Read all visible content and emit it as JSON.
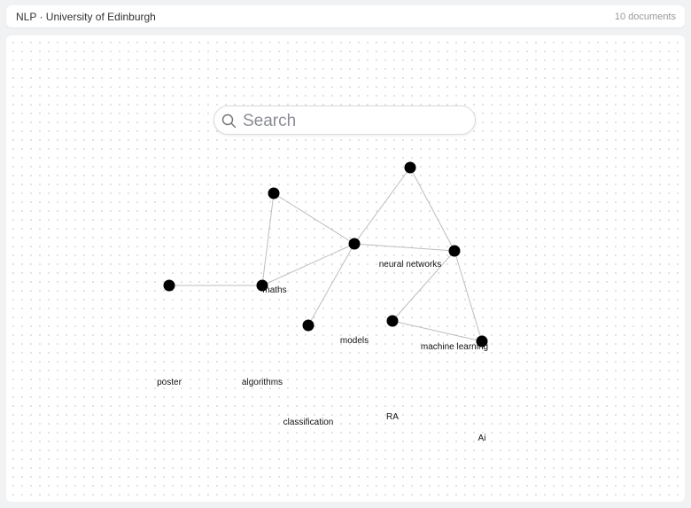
{
  "header": {
    "title": "NLP · University of Edinburgh",
    "document_count": "10 documents"
  },
  "search": {
    "placeholder": "Search",
    "icon": "search-icon"
  },
  "graph": {
    "node_color": "#000000",
    "edge_color": "#bdbdbd",
    "nodes": [
      "n1",
      "n2",
      "n3",
      "n4",
      "n5",
      "n6",
      "n7",
      "n8",
      "n9"
    ],
    "edges": [
      [
        "n1",
        "n3"
      ],
      [
        "n1",
        "n4"
      ],
      [
        "n2",
        "n3"
      ],
      [
        "n2",
        "n6"
      ],
      [
        "n3",
        "n6"
      ],
      [
        "n3",
        "n4"
      ],
      [
        "n3",
        "n7"
      ],
      [
        "n5",
        "n6"
      ],
      [
        "n4",
        "n8"
      ],
      [
        "n4",
        "n9"
      ],
      [
        "n8",
        "n9"
      ]
    ],
    "labels": [
      "neural networks",
      "maths",
      "models",
      "machine learning",
      "poster",
      "algorithms",
      "classification",
      "RA",
      "Ai"
    ]
  }
}
